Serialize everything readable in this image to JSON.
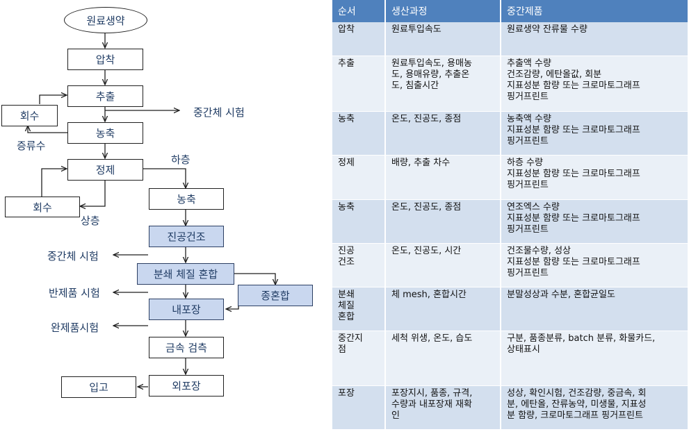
{
  "flow": {
    "nodes": {
      "raw": "원료생약",
      "press": "압착",
      "extract": "추출",
      "recover1": "회수",
      "conc1": "농축",
      "purify": "정제",
      "recover2": "회수",
      "conc2": "농축",
      "vacdry": "진공건조",
      "grind": "분쇄 체질 혼합",
      "blend": "종혼합",
      "inner": "내포장",
      "metal": "금속 검측",
      "outer": "외포장",
      "store": "입고"
    },
    "labels": {
      "mid_test_1": "중간체 시험",
      "distillate": "증류수",
      "lower_layer": "하층",
      "upper_layer": "상층",
      "mid_test_2": "중간체 시험",
      "semi_test": "반제품 시험",
      "final_test": "완제품시험"
    }
  },
  "table": {
    "headers": [
      "순서",
      "생산과정",
      "중간제품"
    ],
    "rows": [
      {
        "step": [
          "압착"
        ],
        "process": [
          "원료투입속도"
        ],
        "product": [
          "원료생약 잔류물 수량"
        ]
      },
      {
        "step": [
          "추출"
        ],
        "process": [
          "원료투입속도, 용매농",
          "도, 용매유량, 추출온",
          "도, 침출시간"
        ],
        "product": [
          "추출액 수량",
          "건조감량, 에탄올값, 회분",
          "지표성분 함량 또는 크로마토그래프",
          "핑거프린트"
        ]
      },
      {
        "step": [
          "농축"
        ],
        "process": [
          "온도, 진공도, 종점"
        ],
        "product": [
          "농축액 수량",
          "지표성분 함량 또는 크로마토그래프",
          "핑거프린트"
        ]
      },
      {
        "step": [
          "정제"
        ],
        "process": [
          "배량, 추출 차수"
        ],
        "product": [
          "하층 수량",
          "지표성분 함량 또는 크로마토그래프",
          "핑거프린트"
        ]
      },
      {
        "step": [
          "농축"
        ],
        "process": [
          "온도, 진공도, 종점"
        ],
        "product": [
          "연조엑스 수량",
          "지표성분 함량 또는 크로마토그래프",
          "핑거프린트"
        ]
      },
      {
        "step": [
          "진공",
          "건조"
        ],
        "process": [
          "온도, 진공도, 시간"
        ],
        "product": [
          "건조물수량, 성상",
          "지표성분 함량 또는 크로마토그래프",
          "핑거프린트"
        ]
      },
      {
        "step": [
          "분쇄",
          "체질",
          "혼합"
        ],
        "process": [
          "체 mesh, 혼합시간"
        ],
        "product": [
          "분말성상과 수분, 혼합균일도"
        ]
      },
      {
        "step": [
          "중간지",
          "점"
        ],
        "process": [
          "세척 위생, 온도, 습도"
        ],
        "product": [
          "구분, 품종분류, batch 분류, 화물카드,",
          "상태표시"
        ]
      },
      {
        "step": [
          "포장"
        ],
        "process": [
          "포장지시, 품종, 규격,",
          "수량과 내포장재 재확",
          "인"
        ],
        "product": [
          "성상, 확인시험, 건조감량, 중금속, 회",
          "분, 에탄올, 잔류농약, 미생물, 지표성",
          "분 함량, 크로마토그래프 핑거프린트"
        ]
      }
    ]
  }
}
